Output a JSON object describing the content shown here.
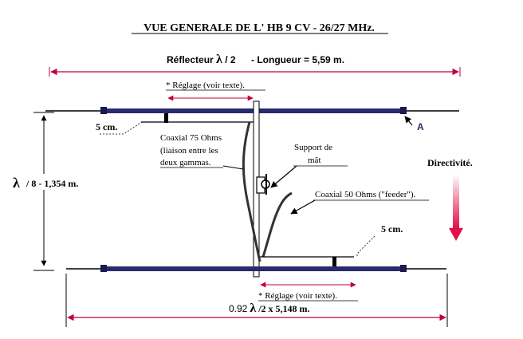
{
  "title": "VUE GENERALE DE L' HB 9 CV - 26/27 MHz.",
  "reflector_label_prefix": "Réflecteur",
  "lambda_symbol": "λ",
  "reflector_label_fraction": "/ 2",
  "reflector_length": "- Longueur = 5,59 m.",
  "adjust_top": "* Réglage (voir texte).",
  "adjust_bottom": "* Réglage (voir texte).",
  "gap_top": "5 cm.",
  "gap_bottom": "5 cm.",
  "point_a": "A",
  "coax75_line1": "Coaxial 75 Ohms",
  "coax75_line2": "(liaison entre les",
  "coax75_line3": "deux gammas.",
  "mast_support_line1": "Support de",
  "mast_support_line2": "mât",
  "directivity": "Directivité.",
  "coax50": "Coaxial 50 Ohms (\"feeder\").",
  "spacing_value": "/ 8 - 1,354 m.",
  "director_prefix": "0.92",
  "director_fraction": "/2 x 5,148 m.",
  "colors": {
    "boom": "#2a2a6e",
    "dimension": "#c0003a",
    "arrow": "#d10a45",
    "ink": "#000000"
  }
}
